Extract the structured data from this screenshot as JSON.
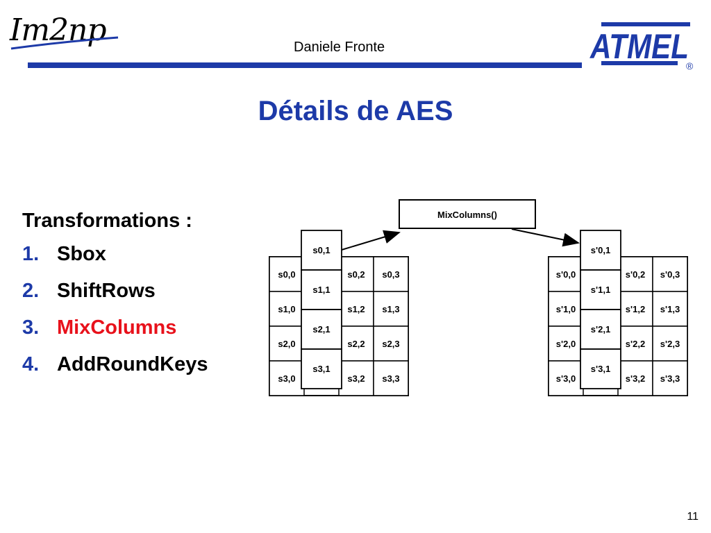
{
  "header": {
    "left_logo_text": "Im2np",
    "author": "Daniele Fronte",
    "right_logo_text": "ATMEL",
    "registered_mark": "®",
    "colors": {
      "brand_blue": "#1d3aa8",
      "highlight_red": "#e8111b"
    }
  },
  "slide": {
    "title": "Détails de AES",
    "intro": "Transformations :",
    "items": [
      {
        "num": "1.",
        "label": "Sbox"
      },
      {
        "num": "2.",
        "label": "ShiftRows"
      },
      {
        "num": "3.",
        "label": "MixColumns",
        "highlighted": true
      },
      {
        "num": "4.",
        "label": "AddRoundKeys"
      }
    ],
    "page_number": "11"
  },
  "diagram": {
    "operation_label": "MixColumns()",
    "state_before": [
      [
        "s0,0",
        "s0,1",
        "s0,2",
        "s0,3"
      ],
      [
        "s1,0",
        "s1,1",
        "s1,2",
        "s1,3"
      ],
      [
        "s2,0",
        "s2,1",
        "s2,2",
        "s2,3"
      ],
      [
        "s3,0",
        "s3,1",
        "s3,2",
        "s3,3"
      ]
    ],
    "state_after": [
      [
        "s'0,0",
        "s'0,1",
        "s'0,2",
        "s'0,3"
      ],
      [
        "s'1,0",
        "s'1,1",
        "s'1,2",
        "s'1,3"
      ],
      [
        "s'2,0",
        "s'2,1",
        "s'2,2",
        "s'2,3"
      ],
      [
        "s'3,0",
        "s'3,1",
        "s'3,2",
        "s'3,3"
      ]
    ]
  }
}
